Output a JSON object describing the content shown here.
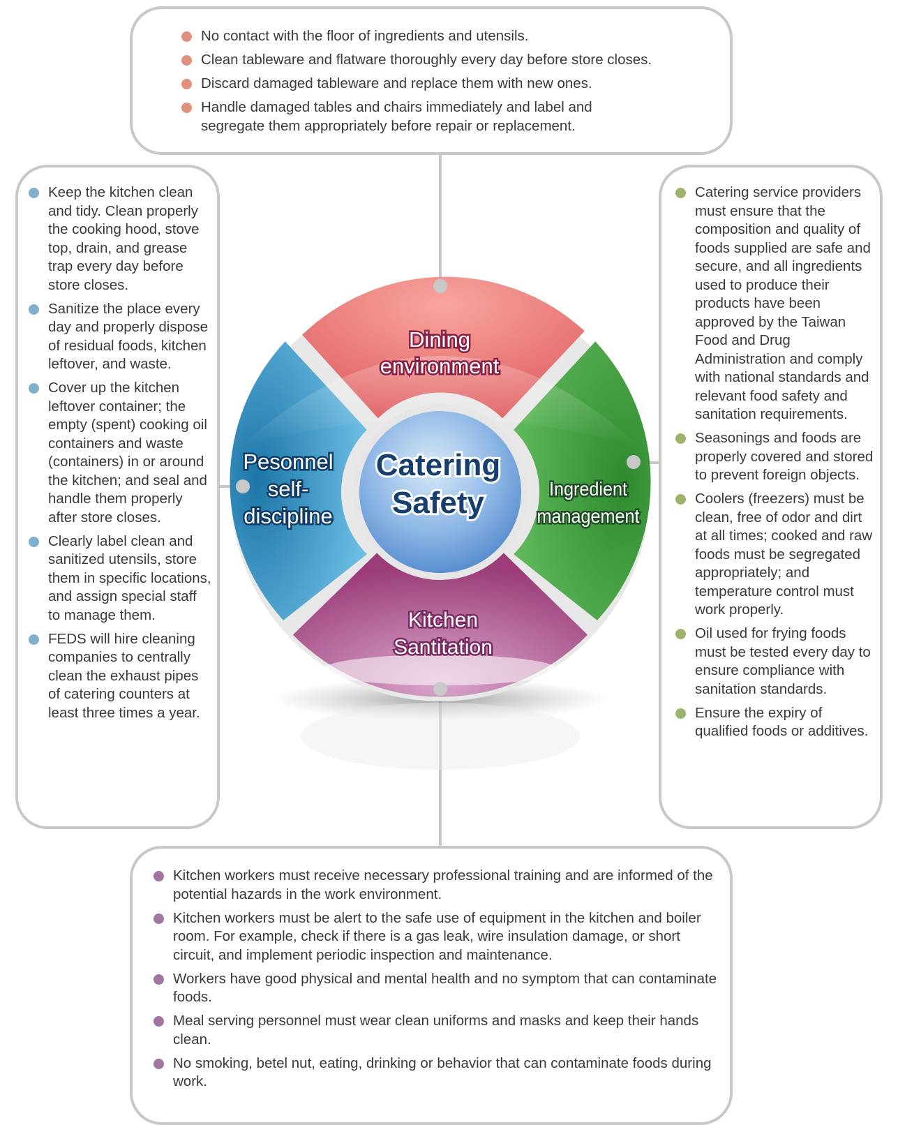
{
  "center": {
    "line1": "Catering",
    "line2": "Safety"
  },
  "segments": {
    "top": {
      "line1": "Dining",
      "line2": "environment",
      "color": "#e66e70"
    },
    "right": {
      "line1": "Ingredient",
      "line2": "management",
      "color": "#3c9a3c"
    },
    "bottom": {
      "line1": "Kitchen",
      "line2": "Santitation",
      "color": "#a6447c"
    },
    "left": {
      "line1": "Pesonnel",
      "line2": "self-",
      "line3": "discipline",
      "color": "#2f8cc0"
    }
  },
  "panels": {
    "top": [
      "No contact with the floor of ingredients and utensils.",
      "Clean tableware and flatware thoroughly every day before store closes.",
      "Discard damaged tableware and replace them with new ones.",
      "Handle damaged tables and chairs immediately and label and segregate them appropriately before repair or replacement."
    ],
    "left": [
      "Keep the kitchen clean and tidy. Clean properly the cooking hood, stove top, drain, and grease trap every day before store closes.",
      "Sanitize the place every day and properly dispose of residual foods, kitchen leftover, and waste.",
      "Cover up the kitchen leftover container; the empty (spent) cooking oil containers and waste (containers) in or around the kitchen; and seal and handle them properly after store closes.",
      "Clearly label clean and sanitized utensils, store them in specific locations, and assign special staff to manage them.",
      "FEDS will hire cleaning companies to centrally clean the exhaust pipes of catering counters at least three times a year."
    ],
    "right": [
      "Catering service providers must ensure that the composition and quality of foods supplied are safe and secure, and all ingredients used to produce their products have been approved by the Taiwan Food and Drug Administration and comply with national standards and relevant food safety and sanitation requirements.",
      "Seasonings and foods are properly covered and stored to prevent foreign objects.",
      "Coolers (freezers) must be clean, free of odor and dirt at all times; cooked and raw foods must be segregated appropriately; and temperature control must work properly.",
      "Oil used for frying foods must be tested every day to ensure compliance with sanitation standards.",
      "Ensure the expiry of qualified foods or additives."
    ],
    "bottom": [
      "Kitchen workers must receive necessary professional training and are informed of the potential hazards in the work environment.",
      "Kitchen workers must be alert to the safe use of equipment in the kitchen and boiler room. For example, check if there is a gas leak, wire insulation damage, or short circuit, and implement periodic inspection and maintenance.",
      "Workers have good physical and mental health and no symptom that can contaminate foods.",
      "Meal serving personnel must wear clean uniforms and masks and keep their hands clean.",
      "No smoking, betel nut, eating, drinking or behavior that can contaminate foods during work."
    ]
  }
}
